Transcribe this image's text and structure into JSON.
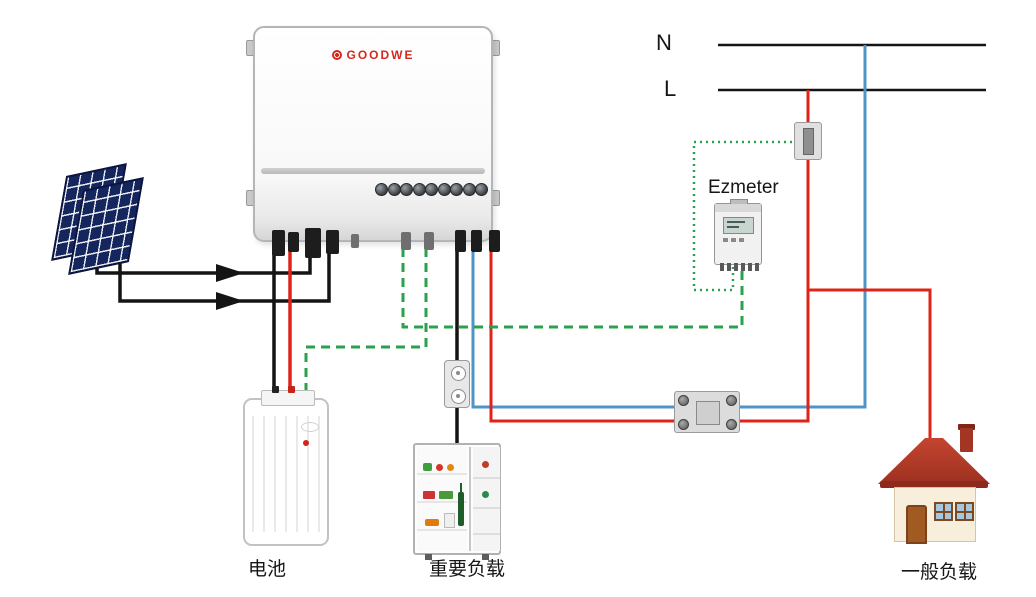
{
  "diagram": {
    "type": "solar-hybrid-inverter-wiring-diagram",
    "grid": {
      "neutral_label": "N",
      "live_label": "L"
    },
    "inverter": {
      "brand": "GOODWE"
    },
    "meter": {
      "label": "Ezmeter"
    },
    "labels": {
      "battery": "电池",
      "critical_load": "重要负载",
      "general_load": "一般负载"
    },
    "wire_colors": {
      "dc_black": "#141414",
      "live_red": "#e02318",
      "neutral_blue": "#4e94c8",
      "comm_green": "#2aa24d"
    },
    "components": [
      "pv-array",
      "inverter",
      "battery",
      "energy-meter",
      "fuse",
      "changeover-box",
      "isolator-switch",
      "critical-load-fridge",
      "general-load-house",
      "grid-bus-n",
      "grid-bus-l"
    ]
  }
}
